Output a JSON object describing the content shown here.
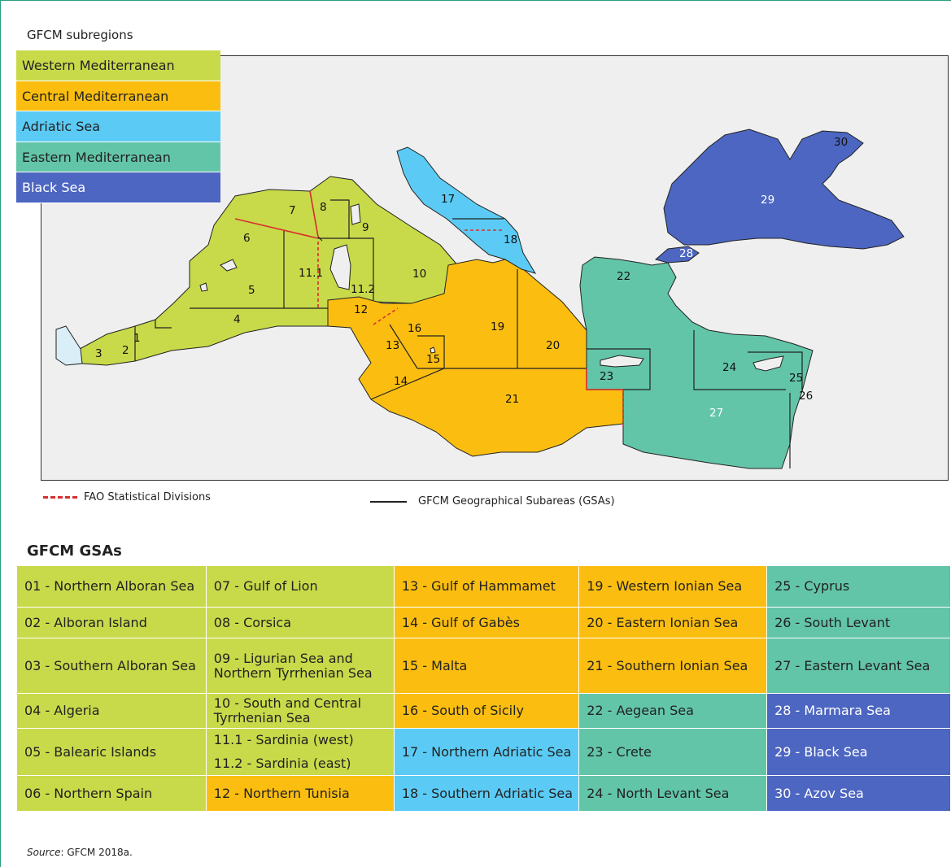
{
  "subtitle": "GFCM subregions",
  "colors": {
    "western": "#c8da4a",
    "central": "#fbbe10",
    "adriatic": "#5bcbf5",
    "eastern": "#63c5a8",
    "black": "#4d66c1",
    "bg": "#efefef",
    "fao_line": "#d92e2e"
  },
  "legend": [
    {
      "label": "Western Mediterranean",
      "color": "#c8da4a",
      "dark": false
    },
    {
      "label": "Central Mediterranean",
      "color": "#fbbe10",
      "dark": false
    },
    {
      "label": "Adriatic Sea",
      "color": "#5bcbf5",
      "dark": false
    },
    {
      "label": "Eastern Mediterranean",
      "color": "#63c5a8",
      "dark": false
    },
    {
      "label": "Black Sea",
      "color": "#4d66c1",
      "dark": true
    }
  ],
  "map_labels": [
    "1",
    "2",
    "3",
    "4",
    "5",
    "6",
    "7",
    "8",
    "9",
    "10",
    "11.1",
    "11.2",
    "12",
    "13",
    "14",
    "15",
    "16",
    "17",
    "18",
    "19",
    "20",
    "21",
    "22",
    "23",
    "24",
    "25",
    "26",
    "27",
    "28",
    "29",
    "30"
  ],
  "key": {
    "fao": "FAO Statistical Divisions",
    "gsa": "GFCM Geographical Subareas (GSAs)"
  },
  "table_title": "GFCM GSAs",
  "table": {
    "rows": [
      [
        {
          "t": "01 - Northern Alboran Sea",
          "c": "western"
        },
        {
          "t": "07 - Gulf of Lion",
          "c": "western"
        },
        {
          "t": "13 - Gulf of Hammamet",
          "c": "central"
        },
        {
          "t": "19 - Western Ionian Sea",
          "c": "central"
        },
        {
          "t": "25 - Cyprus",
          "c": "eastern"
        }
      ],
      [
        {
          "t": "02 - Alboran Island",
          "c": "western"
        },
        {
          "t": "08 - Corsica",
          "c": "western"
        },
        {
          "t": "14 - Gulf of Gabès",
          "c": "central"
        },
        {
          "t": "20 - Eastern Ionian Sea",
          "c": "central"
        },
        {
          "t": "26 - South Levant",
          "c": "eastern"
        }
      ],
      [
        {
          "t": "03 - Southern Alboran Sea",
          "c": "western"
        },
        {
          "t": "09 - Ligurian Sea and Northern Tyrrhenian Sea",
          "c": "western"
        },
        {
          "t": "15 - Malta",
          "c": "central"
        },
        {
          "t": "21 - Southern Ionian Sea",
          "c": "central"
        },
        {
          "t": "27 - Eastern Levant Sea",
          "c": "eastern"
        }
      ],
      [
        {
          "t": "04 - Algeria",
          "c": "western"
        },
        {
          "t": "10 - South and Central Tyrrhenian Sea",
          "c": "western"
        },
        {
          "t": "16 - South of Sicily",
          "c": "central"
        },
        {
          "t": "22 - Aegean Sea",
          "c": "eastern"
        },
        {
          "t": "28 - Marmara Sea",
          "c": "black"
        }
      ],
      [
        {
          "t": "05 - Balearic Islands",
          "c": "western"
        },
        {
          "t": "",
          "c": "western",
          "split": [
            "11.1 - Sardinia (west)",
            "11.2 - Sardinia (east)"
          ]
        },
        {
          "t": "17 - Northern Adriatic Sea",
          "c": "adriatic"
        },
        {
          "t": "23 - Crete",
          "c": "eastern"
        },
        {
          "t": "29 - Black Sea",
          "c": "black"
        }
      ],
      [
        {
          "t": "06 - Northern Spain",
          "c": "western"
        },
        {
          "t": "12 - Northern Tunisia",
          "c": "central"
        },
        {
          "t": "18 - Southern Adriatic Sea",
          "c": "adriatic"
        },
        {
          "t": "24 - North Levant Sea",
          "c": "eastern"
        },
        {
          "t": "30 - Azov Sea",
          "c": "black"
        }
      ]
    ]
  },
  "source": {
    "label": "Source",
    "text": ": GFCM 2018a."
  }
}
